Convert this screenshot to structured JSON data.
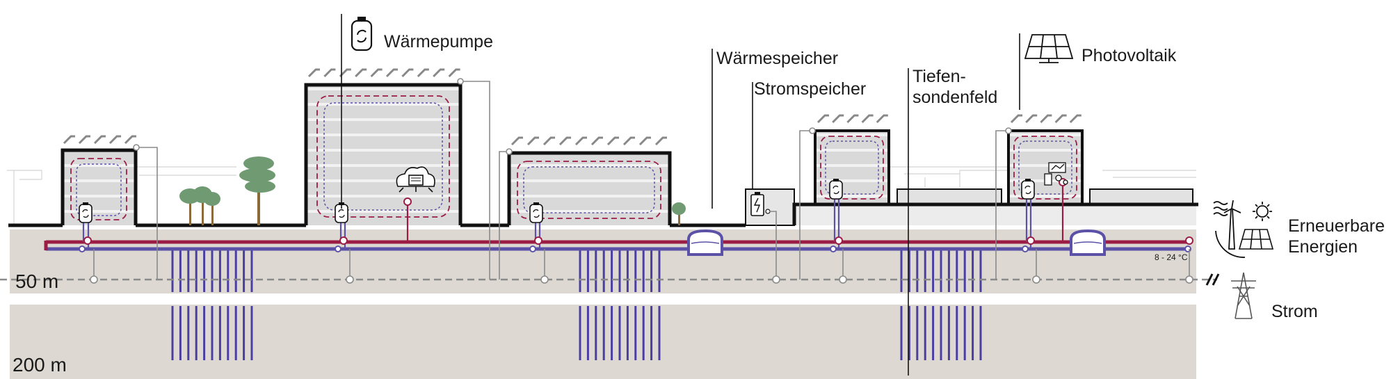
{
  "labels": {
    "heat_pump": "Wärmepumpe",
    "heat_storage": "Wärmespeicher",
    "power_storage": "Stromspeicher",
    "probe_field_line1": "Tiefen-",
    "probe_field_line2": "sondenfeld",
    "photovoltaics": "Photovoltaik",
    "renewables_line1": "Erneuerbare",
    "renewables_line2": "Energien",
    "power": "Strom",
    "temperature_range": "8 - 24 °C",
    "depth_50": "50 m",
    "depth_200": "200 m"
  },
  "colors": {
    "supply_pipe": "#9b1d45",
    "return_pipe": "#5b52a8",
    "probes": "#4a3fa0",
    "ground": "#ddd9d2",
    "building_fill": "#dcdcdc",
    "outline": "#111111",
    "tree": "#6f9a72",
    "trunk": "#8a6a3a"
  },
  "icons": [
    "heat-pump-icon",
    "solar-panel-icon",
    "cloud-server-icon",
    "battery-icon",
    "wind-turbine-icon",
    "sun-icon",
    "pylon-icon",
    "tree-icon"
  ]
}
